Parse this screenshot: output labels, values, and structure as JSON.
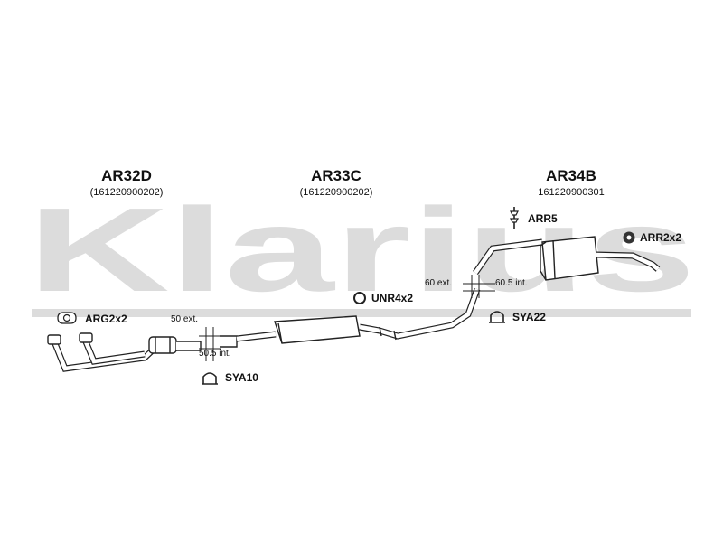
{
  "watermark": {
    "text": "Klarius"
  },
  "sections": [
    {
      "code": "AR32D",
      "part_number": "(161220900202)"
    },
    {
      "code": "AR33C",
      "part_number": "(161220900202)"
    },
    {
      "code": "AR34B",
      "part_number": "161220900301"
    }
  ],
  "components": {
    "arg": "ARG2x2",
    "sya10": "SYA10",
    "unr": "UNR4x2",
    "arr5": "ARR5",
    "arr2": "ARR2x2",
    "sya22": "SYA22"
  },
  "dimensions": {
    "left_ext": "50 ext.",
    "left_int": "50.5 int.",
    "right_ext": "60 ext.",
    "right_int": "60.5 int."
  },
  "icons": [
    "gasket-icon",
    "clamp-icon",
    "rubber-ring-icon",
    "hanger-bracket-icon",
    "rubber-mount-icon",
    "clamp-icon"
  ]
}
